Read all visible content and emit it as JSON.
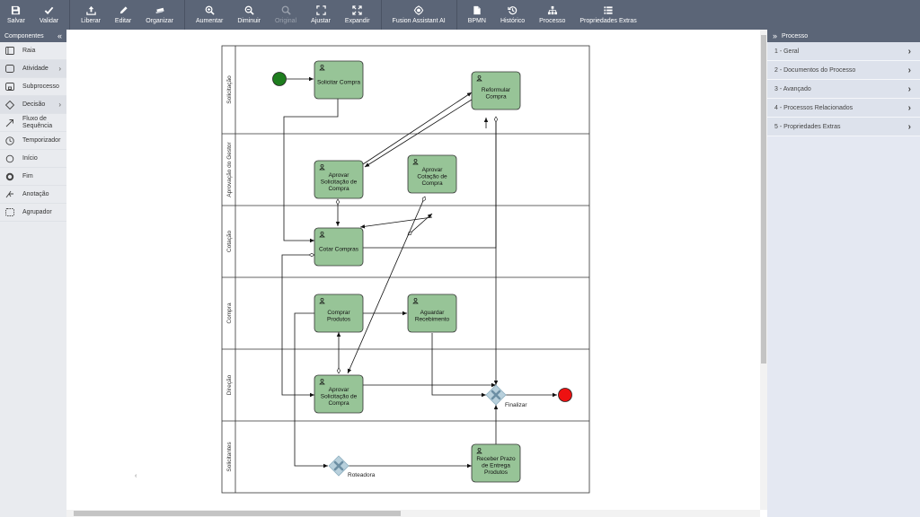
{
  "toolbar": {
    "buttons": [
      {
        "label": "Salvar",
        "icon": "save-icon"
      },
      {
        "label": "Validar",
        "icon": "check-icon"
      },
      {
        "label": "Liberar",
        "icon": "upload-icon"
      },
      {
        "label": "Editar",
        "icon": "pencil-icon"
      },
      {
        "label": "Organizar",
        "icon": "layers-icon"
      },
      {
        "label": "Aumentar",
        "icon": "zoom-in-icon"
      },
      {
        "label": "Diminuir",
        "icon": "zoom-out-icon"
      },
      {
        "label": "Original",
        "icon": "zoom-original-icon",
        "disabled": true
      },
      {
        "label": "Ajustar",
        "icon": "fit-icon"
      },
      {
        "label": "Expandir",
        "icon": "expand-icon"
      },
      {
        "label": "Fusion Assistant AI",
        "icon": "assistant-icon"
      },
      {
        "label": "BPMN",
        "icon": "document-icon"
      },
      {
        "label": "Histórico",
        "icon": "history-icon"
      },
      {
        "label": "Processo",
        "icon": "hierarchy-icon"
      },
      {
        "label": "Propriedades Extras",
        "icon": "list-icon"
      }
    ]
  },
  "left_panel": {
    "title": "Componentes",
    "collapse_glyph": "«",
    "items": [
      {
        "label": "Raia",
        "icon": "lane-icon"
      },
      {
        "label": "Atividade",
        "icon": "activity-icon",
        "submenu": true
      },
      {
        "label": "Subprocesso",
        "icon": "subprocess-icon"
      },
      {
        "label": "Decisão",
        "icon": "decision-icon",
        "submenu": true
      },
      {
        "label": "Fluxo de Sequência",
        "icon": "sequence-flow-icon"
      },
      {
        "label": "Temporizador",
        "icon": "timer-icon"
      },
      {
        "label": "Início",
        "icon": "start-icon"
      },
      {
        "label": "Fim",
        "icon": "end-icon"
      },
      {
        "label": "Anotação",
        "icon": "annotation-icon"
      },
      {
        "label": "Agrupador",
        "icon": "group-icon"
      }
    ]
  },
  "right_panel": {
    "title": "Processo",
    "expand_glyph": "»",
    "sections": [
      {
        "label": "1 - Geral"
      },
      {
        "label": "2 - Documentos do Processo"
      },
      {
        "label": "3 - Avançado"
      },
      {
        "label": "4 - Processos Relacionados"
      },
      {
        "label": "5 - Propriedades Extras"
      }
    ]
  },
  "diagram": {
    "lanes": [
      "Solicitação",
      "Aprovação do Gestor",
      "Cotação",
      "Compra",
      "Direção",
      "Solicitantes"
    ],
    "tasks": [
      {
        "id": "t1",
        "lines": [
          "Solicitar Compra"
        ]
      },
      {
        "id": "t2",
        "lines": [
          "Reformular",
          "Compra"
        ]
      },
      {
        "id": "t3",
        "lines": [
          "Aprovar",
          "Solicitação de",
          "Compra"
        ]
      },
      {
        "id": "t4",
        "lines": [
          "Aprovar",
          "Cotação de",
          "Compra"
        ]
      },
      {
        "id": "t5",
        "lines": [
          "Cotar Compras"
        ]
      },
      {
        "id": "t6",
        "lines": [
          "Comprar",
          "Produtos"
        ]
      },
      {
        "id": "t7",
        "lines": [
          "Aguardar",
          "Recebimento"
        ]
      },
      {
        "id": "t8",
        "lines": [
          "Aprovar",
          "Solicitação de",
          "Compra"
        ]
      },
      {
        "id": "t9",
        "lines": [
          "Receber Prazo",
          "de Entrega",
          "Produtos"
        ]
      }
    ],
    "gateways": [
      {
        "id": "g1",
        "label": "Finalizar"
      },
      {
        "id": "g2",
        "label": "Roteadora"
      }
    ],
    "colors": {
      "task_fill": "#97c497",
      "task_stroke": "#333333",
      "start_fill": "#1e7d1e",
      "end_fill": "#ee1111",
      "gateway_fill": "#b8d0dc",
      "gateway_x": "#6c8fa4"
    }
  },
  "left_collapse_handle": "‹"
}
